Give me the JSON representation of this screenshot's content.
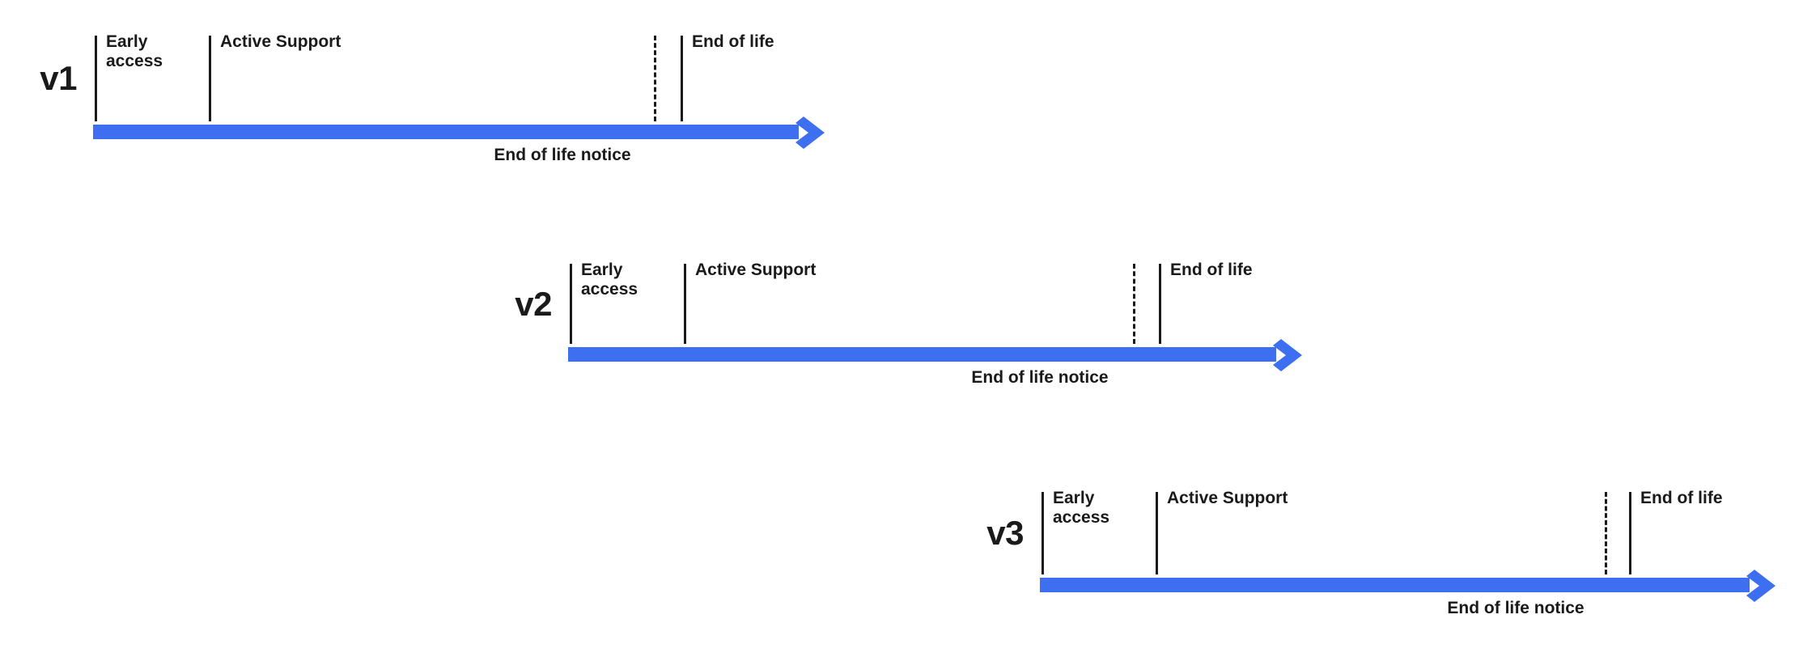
{
  "diagram": {
    "title": "Version lifecycle timeline",
    "accent_color": "#3E6FF0",
    "text_color": "#1A1A1A",
    "background_color": "#FFFFFF"
  },
  "rows": [
    {
      "version_label": "v1",
      "early_access_label": "Early\naccess",
      "active_support_label": "Active Support",
      "end_of_life_label": "End of life",
      "notice_label": "End of life notice"
    },
    {
      "version_label": "v2",
      "early_access_label": "Early\naccess",
      "active_support_label": "Active Support",
      "end_of_life_label": "End of life",
      "notice_label": "End of life notice"
    },
    {
      "version_label": "v3",
      "early_access_label": "Early\naccess",
      "active_support_label": "Active Support",
      "end_of_life_label": "End of life",
      "notice_label": "End of life notice"
    }
  ],
  "chart_data": {
    "type": "bar",
    "title": "Version lifecycle timeline",
    "xlabel": "",
    "ylabel": "",
    "categories": [
      "v1",
      "v2",
      "v3"
    ],
    "phases": [
      "Early access",
      "Active Support",
      "End of life notice",
      "End of life"
    ],
    "series": [
      {
        "name": "v1",
        "row_top": 0,
        "start_x": 115,
        "arrow_end_x": 1025,
        "ticks_x": [
          117,
          258,
          808,
          841
        ],
        "tick_dashed_index": 2,
        "bar_y": 150,
        "notice_center_x": 695
      },
      {
        "name": "v2",
        "row_top": 282,
        "start_x": 702,
        "arrow_end_x": 1615,
        "ticks_x": [
          704,
          845,
          1400,
          1432
        ],
        "tick_dashed_index": 2,
        "bar_y": 425,
        "notice_center_x": 1285
      },
      {
        "name": "v3",
        "row_top": 564,
        "start_x": 1285,
        "arrow_end_x": 2200,
        "ticks_x": [
          1287,
          1428,
          1983,
          2013
        ],
        "tick_dashed_index": 2,
        "bar_y": 710,
        "notice_center_x": 1873
      }
    ]
  }
}
